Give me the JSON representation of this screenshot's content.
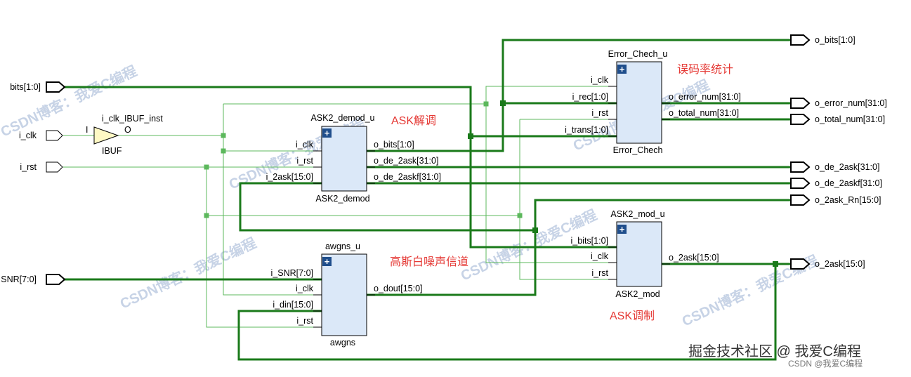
{
  "ports": {
    "inputs": [
      "bits[1:0]",
      "i_clk",
      "i_rst",
      "SNR[7:0]"
    ],
    "outputs": [
      "o_bits[1:0]",
      "o_error_num[31:0]",
      "o_total_num[31:0]",
      "o_de_2ask[31:0]",
      "o_de_2askf[31:0]",
      "o_2ask_Rn[15:0]",
      "o_2ask[15:0]"
    ]
  },
  "ibuf": {
    "instance": "i_clk_IBUF_inst",
    "type": "IBUF",
    "pin_in": "I",
    "pin_out": "O"
  },
  "blocks": {
    "demod": {
      "instance": "ASK2_demod_u",
      "type": "ASK2_demod",
      "inputs": [
        "i_clk",
        "i_rst",
        "i_2ask[15:0]"
      ],
      "outputs": [
        "o_bits[1:0]",
        "o_de_2ask[31:0]",
        "o_de_2askf[31:0]"
      ]
    },
    "error": {
      "instance": "Error_Chech_u",
      "type": "Error_Chech",
      "inputs": [
        "i_clk",
        "i_rec[1:0]",
        "i_rst",
        "i_trans[1:0]"
      ],
      "outputs": [
        "o_error_num[31:0]",
        "o_total_num[31:0]"
      ]
    },
    "awgns": {
      "instance": "awgns_u",
      "type": "awgns",
      "inputs": [
        "i_SNR[7:0]",
        "i_clk",
        "i_din[15:0]",
        "i_rst"
      ],
      "outputs": [
        "o_dout[15:0]"
      ]
    },
    "mod": {
      "instance": "ASK2_mod_u",
      "type": "ASK2_mod",
      "inputs": [
        "i_bits[1:0]",
        "i_clk",
        "i_rst"
      ],
      "outputs": [
        "o_2ask[15:0]"
      ]
    }
  },
  "annotations": {
    "demod": "ASK解调",
    "error": "误码率统计",
    "awgn": "高斯白噪声信道",
    "mod": "ASK调制"
  },
  "watermark": "CSDN博客：我爱C编程",
  "footer": {
    "site": "掘金技术社区 @ 我爱C编程",
    "csdn": "CSDN @我爱C编程"
  },
  "colors": {
    "wire_bus": "#1a7a1a",
    "wire_signal": "#5cb85c",
    "block_fill": "#dbe8f8",
    "buffer_fill": "#fff9c4",
    "annotation": "#e53935"
  },
  "icons": {
    "expand": "plus-box-icon"
  }
}
